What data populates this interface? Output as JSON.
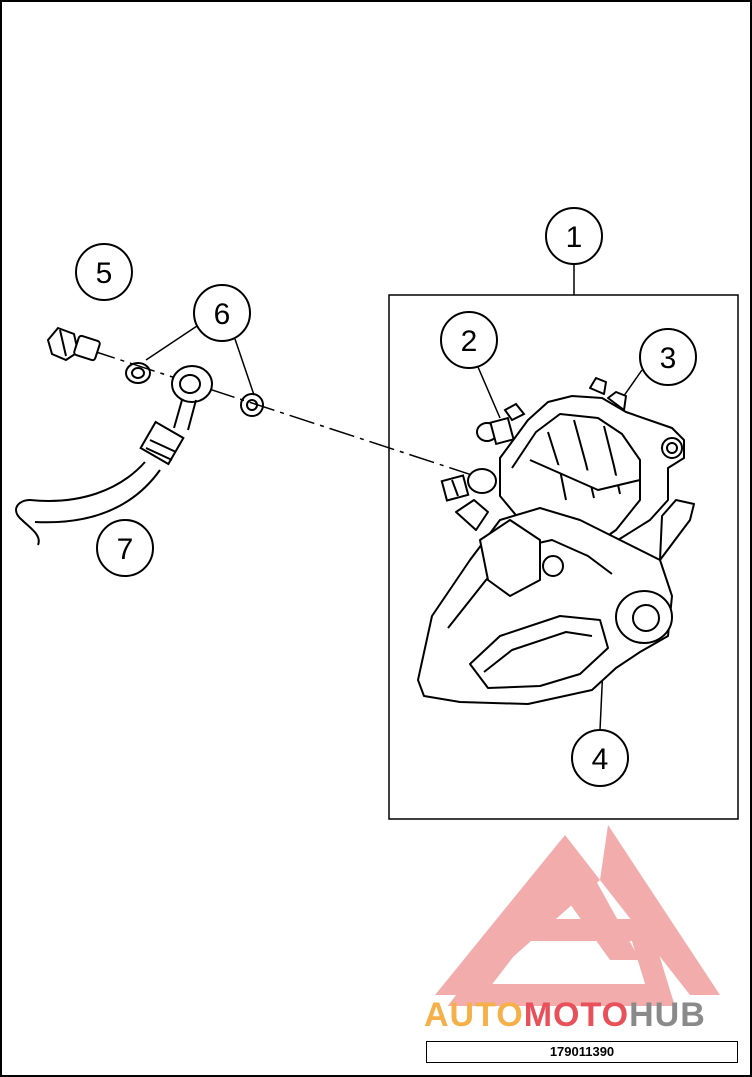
{
  "callouts": [
    "1",
    "2",
    "3",
    "4",
    "5",
    "6",
    "7"
  ],
  "brand": {
    "part1": "AUTO",
    "part2": "MOTO",
    "part3": "HUB",
    "color1": "#f6b04a",
    "color2": "#e8505a",
    "color3": "#8a8a8a"
  },
  "part_number": "179011390"
}
